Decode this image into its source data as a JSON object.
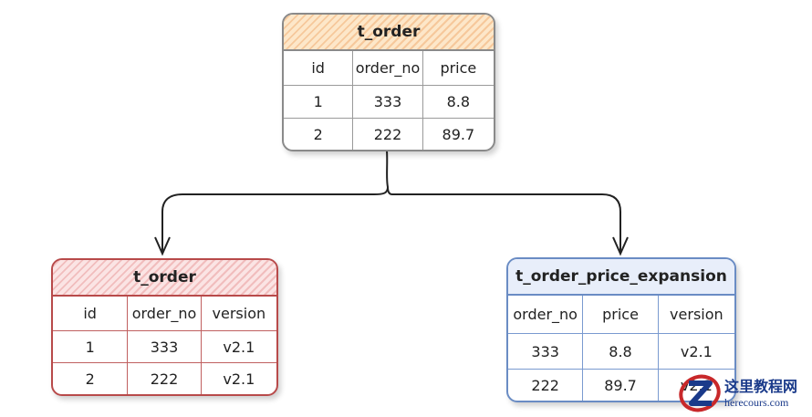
{
  "tables": {
    "top": {
      "title": "t_order",
      "header": [
        "id",
        "order_no",
        "price"
      ],
      "rows": [
        [
          "1",
          "333",
          "8.8"
        ],
        [
          "2",
          "222",
          "89.7"
        ]
      ]
    },
    "left": {
      "title": "t_order",
      "header": [
        "id",
        "order_no",
        "version"
      ],
      "rows": [
        [
          "1",
          "333",
          "v2.1"
        ],
        [
          "2",
          "222",
          "v2.1"
        ]
      ]
    },
    "right": {
      "title": "t_order_price_expansion",
      "header": [
        "order_no",
        "price",
        "version"
      ],
      "rows": [
        [
          "333",
          "8.8",
          "v2.1"
        ],
        [
          "222",
          "89.7",
          "v2.1"
        ]
      ]
    }
  },
  "colors": {
    "arrow": "#222222",
    "top_border": "#8a8a8a",
    "left_border": "#b84a4a",
    "right_border": "#6a8cc4"
  },
  "watermark": {
    "logo_icon": "z-logo-icon",
    "cn": "这里教程网",
    "en": "herecours.com"
  }
}
